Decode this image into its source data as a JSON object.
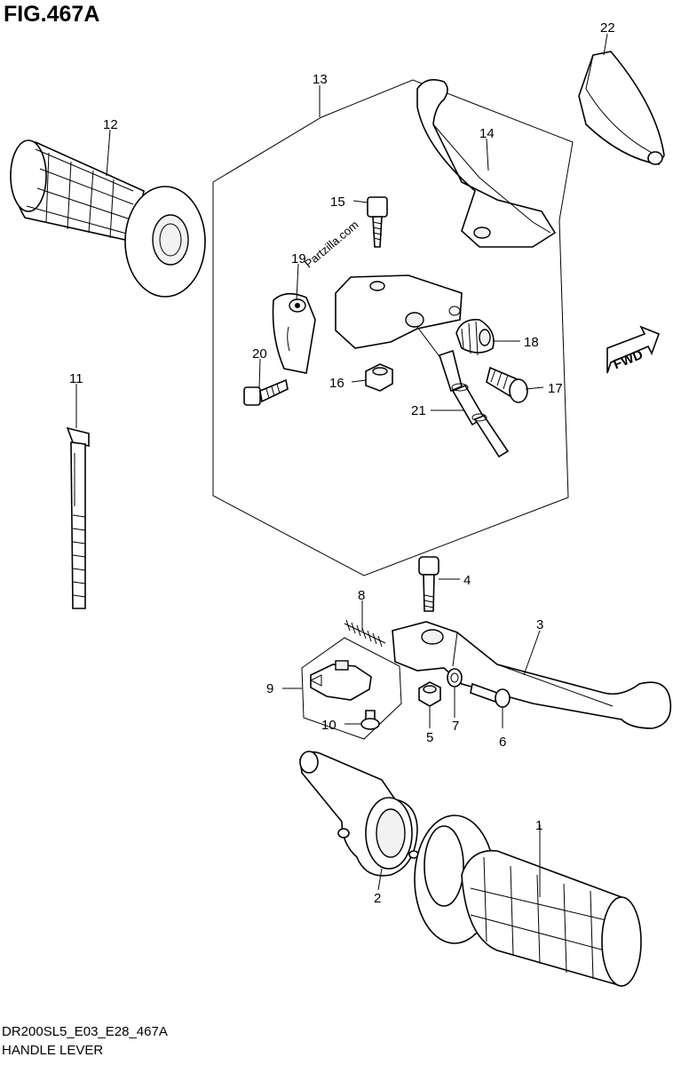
{
  "figure": {
    "title": "FIG.467A",
    "code": "DR200SL5_E03_E28_467A",
    "name": "HANDLE LEVER",
    "watermark": "Partzilla.com",
    "fwd_label": "FWD"
  },
  "callouts": [
    {
      "id": "c1",
      "label": "1"
    },
    {
      "id": "c2",
      "label": "2"
    },
    {
      "id": "c3",
      "label": "3"
    },
    {
      "id": "c4",
      "label": "4"
    },
    {
      "id": "c5",
      "label": "5"
    },
    {
      "id": "c6",
      "label": "6"
    },
    {
      "id": "c7",
      "label": "7"
    },
    {
      "id": "c8",
      "label": "8"
    },
    {
      "id": "c9",
      "label": "9"
    },
    {
      "id": "c10",
      "label": "10"
    },
    {
      "id": "c11",
      "label": "11"
    },
    {
      "id": "c12",
      "label": "12"
    },
    {
      "id": "c13",
      "label": "13"
    },
    {
      "id": "c14",
      "label": "14"
    },
    {
      "id": "c15",
      "label": "15"
    },
    {
      "id": "c16",
      "label": "16"
    },
    {
      "id": "c17",
      "label": "17"
    },
    {
      "id": "c18",
      "label": "18"
    },
    {
      "id": "c19",
      "label": "19"
    },
    {
      "id": "c20",
      "label": "20"
    },
    {
      "id": "c21",
      "label": "21"
    },
    {
      "id": "c22",
      "label": "22"
    }
  ]
}
